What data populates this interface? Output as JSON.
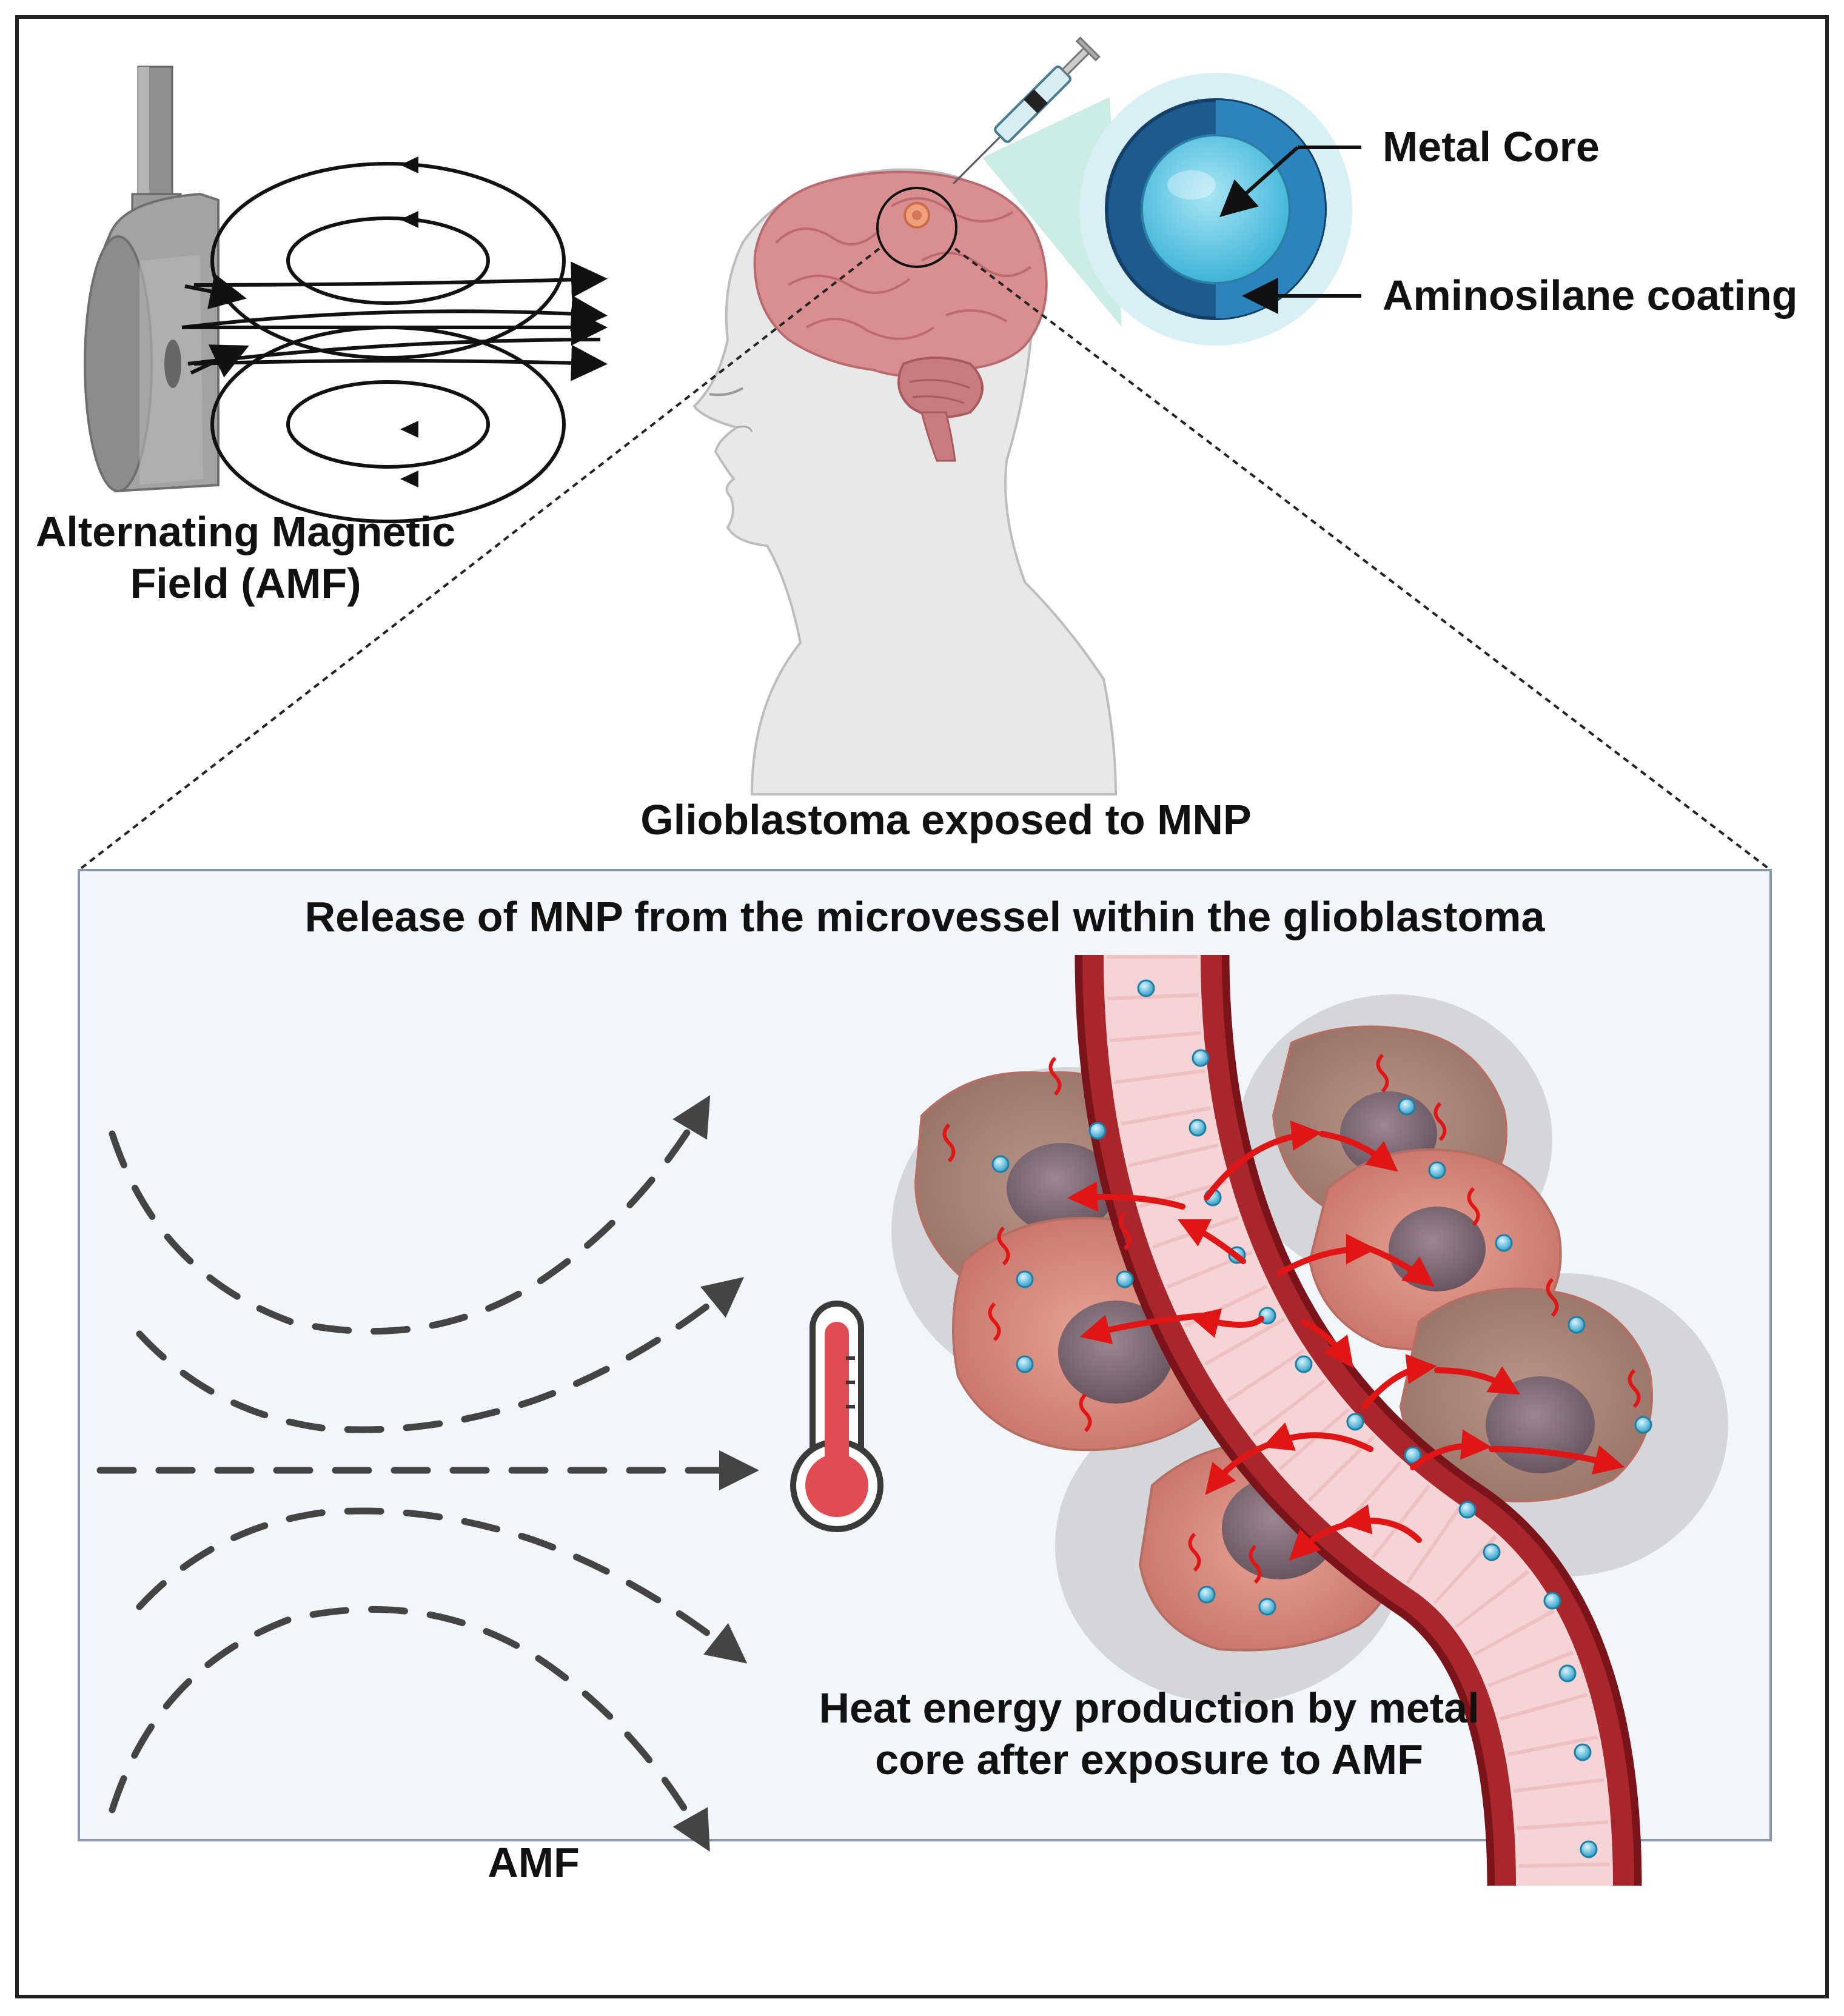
{
  "labels": {
    "amf_device": "Alternating Magnetic Field (AMF)",
    "amf_device_line1": "Alternating Magnetic",
    "amf_device_line2": "Field (AMF)",
    "metal_core": "Metal Core",
    "coating": "Aminosilane coating",
    "patient": "Glioblastoma exposed to MNP",
    "panel_title": "Release of MNP from the microvessel within the glioblastoma",
    "heat_line1": "Heat energy production by metal",
    "heat_line2": "core after exposure to AMF",
    "amf_field": "AMF"
  },
  "colors": {
    "frame": "#222222",
    "panel_fill": "#f2f5fa",
    "panel_border": "#8a97ad",
    "brain": "#d98f92",
    "head": "#e6e6e6",
    "vessel_wall": "#8e1f24",
    "vessel_lumen": "#f6d4d6",
    "mnp": "#3fb0d3",
    "heat_arrow": "#e01515",
    "cell": "#d88b7e",
    "nucleus": "#7d6870",
    "nanoparticle_core": "#5cc3e3",
    "nanoparticle_shell": "#1f5f94",
    "thermometer": "#e14b52"
  },
  "icons": [
    "magnet-coil-icon",
    "syringe-icon",
    "thermometer-icon",
    "nanoparticle-icon",
    "brain-icon",
    "head-icon",
    "blood-vessel-icon",
    "tumor-cell-icon"
  ]
}
